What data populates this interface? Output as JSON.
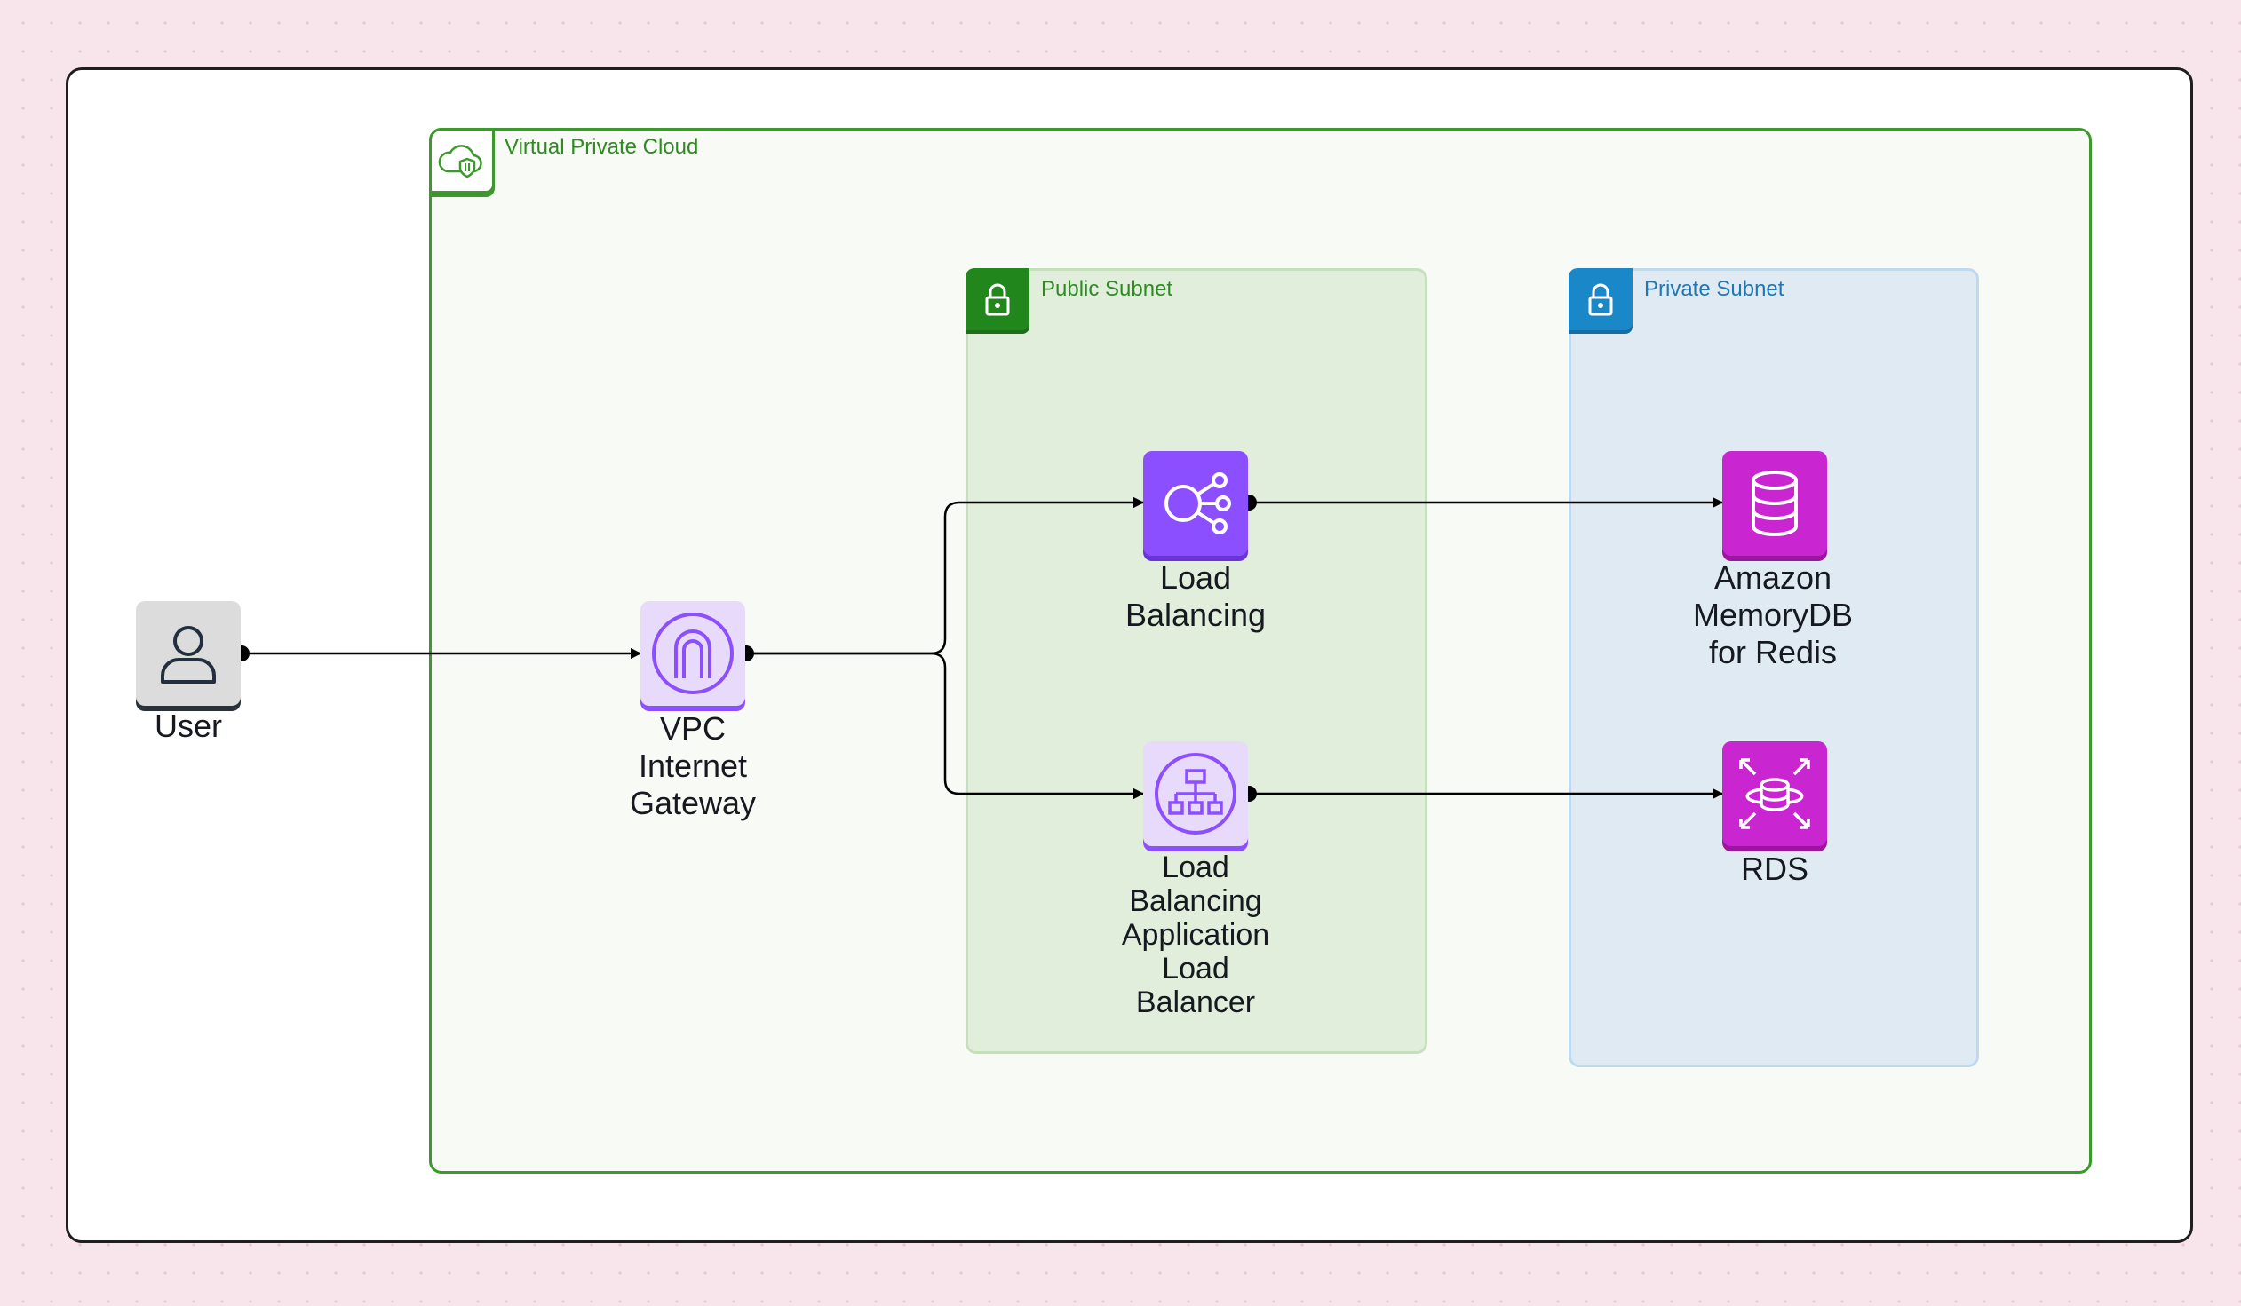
{
  "groups": {
    "vpc": "Virtual Private Cloud",
    "public_subnet": "Public Subnet",
    "private_subnet": "Private Subnet"
  },
  "nodes": {
    "user": "User",
    "igw": "VPC\nInternet\nGateway",
    "lb": "Load\nBalancing",
    "alb": "Load\nBalancing\nApplication\nLoad\nBalancer",
    "memdb": "Amazon\nMemoryDB\nfor Redis",
    "rds": "RDS"
  },
  "icons": {
    "user": "user-icon",
    "igw": "internet-gateway-icon",
    "lb": "elastic-load-balancing-icon",
    "alb": "application-load-balancer-icon",
    "memdb": "database-icon",
    "rds": "rds-icon",
    "vpc": "cloud-shield-icon",
    "subnet": "lock-icon"
  },
  "colors": {
    "vpc": "#3c9a2c",
    "public_subnet": "#21861b",
    "private_subnet": "#1a87c8",
    "networking": "#8c4fff",
    "database": "#c925d1"
  },
  "edges": [
    {
      "from": "user",
      "to": "igw"
    },
    {
      "from": "igw",
      "to": "lb"
    },
    {
      "from": "igw",
      "to": "alb"
    },
    {
      "from": "lb",
      "to": "memdb"
    },
    {
      "from": "alb",
      "to": "rds"
    }
  ]
}
